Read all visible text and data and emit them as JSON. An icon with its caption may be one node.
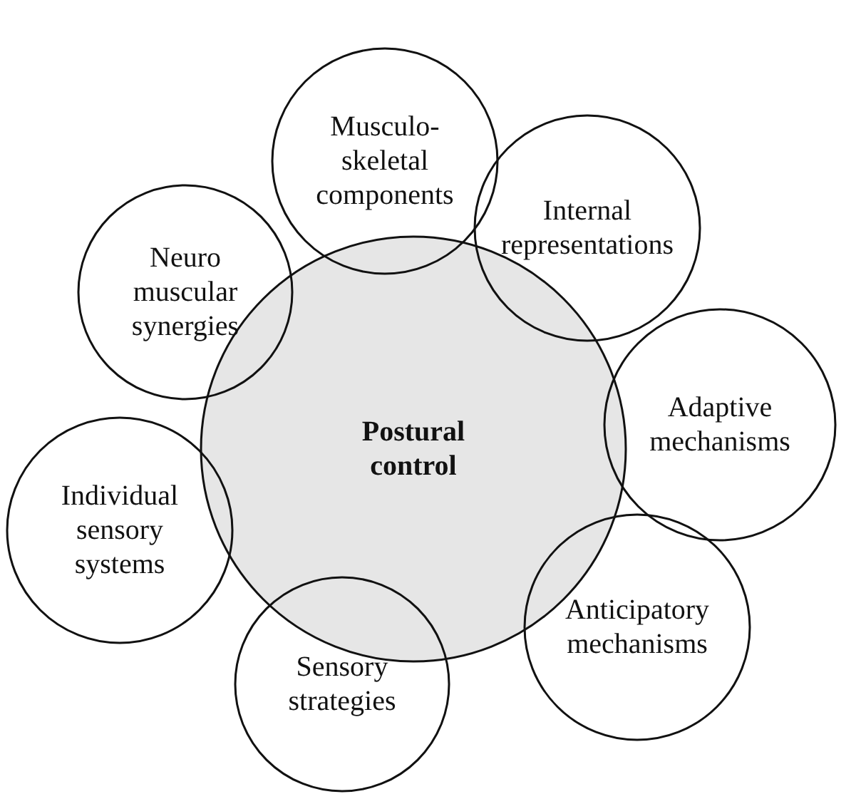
{
  "diagram": {
    "nodes": [
      {
        "text": [
          "Postural control"
        ]
      },
      {
        "text": [
          "Musculo-skeletal components"
        ]
      },
      {
        "text": [
          "Internal representations"
        ]
      },
      {
        "text": [
          "Adaptive mechanisms"
        ]
      },
      {
        "text": [
          "Anticipatory mechanisms"
        ]
      },
      {
        "text": [
          "Sensory strategies"
        ]
      },
      {
        "text": [
          "Individual sensory systems"
        ]
      },
      {
        "text": [
          "Neuro muscular synergies"
        ]
      }
    ],
    "edges": []
  }
}
